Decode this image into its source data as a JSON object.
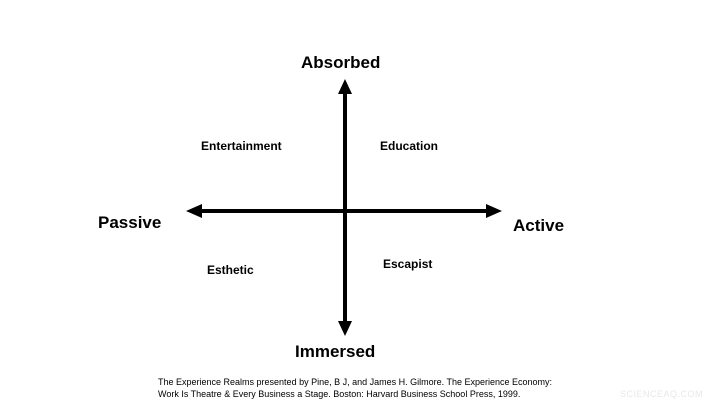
{
  "axes": {
    "vertical_top": "Absorbed",
    "vertical_bottom": "Immersed",
    "horizontal_left": "Passive",
    "horizontal_right": "Active"
  },
  "quadrants": {
    "top_left": "Entertainment",
    "top_right": "Education",
    "bottom_left": "Esthetic",
    "bottom_right": "Escapist"
  },
  "caption": {
    "line1": "The Experience Realms presented by Pine, B J, and James H. Gilmore. The Experience Economy:",
    "line2": "Work Is Theatre & Every Business a Stage. Boston: Harvard Business School Press, 1999."
  },
  "watermark": "SCIENCEAQ.COM",
  "colors": {
    "arrow": "#000000",
    "text": "#000000",
    "watermark": "#e8e8e8"
  }
}
